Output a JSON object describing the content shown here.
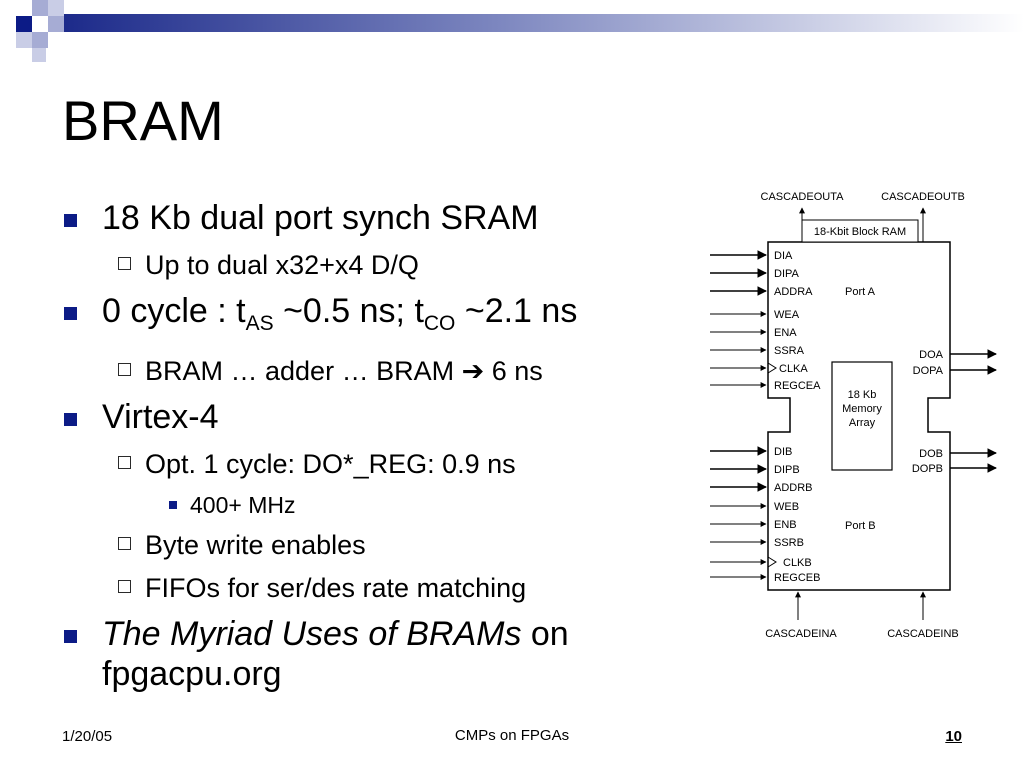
{
  "slide": {
    "title": "BRAM",
    "bullets": {
      "b1": "18 Kb dual port synch SRAM",
      "b1_1": "Up to dual x32+x4 D/Q",
      "b2": {
        "pre": "0 cycle : t",
        "sub1": "AS",
        "mid": " ~0.5 ns; t",
        "sub2": "CO",
        "post": " ~2.1 ns"
      },
      "b2_1": {
        "text": "BRAM … adder … BRAM ",
        "arrow": "➔",
        "tail": " 6 ns"
      },
      "b3": "Virtex-4",
      "b3_1": "Opt. 1 cycle: DO*_REG: 0.9 ns",
      "b3_1_1": "400+ MHz",
      "b3_2": "Byte write enables",
      "b3_3": "FIFOs for ser/des rate matching",
      "b4": {
        "italic": "The Myriad Uses of BRAMs",
        "rest": " on fpgacpu.org"
      }
    }
  },
  "diagram": {
    "title": "18-Kbit Block RAM",
    "cascade_out": [
      "CASCADEOUTA",
      "CASCADEOUTB"
    ],
    "cascade_in": [
      "CASCADEINA",
      "CASCADEINB"
    ],
    "port_a": {
      "label": "Port A",
      "inputs": [
        "DIA",
        "DIPA",
        "ADDRA",
        "WEA",
        "ENA",
        "SSRA",
        "CLKA",
        "REGCEA"
      ],
      "outputs": [
        "DOA",
        "DOPA"
      ]
    },
    "port_b": {
      "label": "Port B",
      "inputs": [
        "DIB",
        "DIPB",
        "ADDRB",
        "WEB",
        "ENB",
        "SSRB",
        "CLKB",
        "REGCEB"
      ],
      "outputs": [
        "DOB",
        "DOPB"
      ]
    },
    "memory_array": [
      "18 Kb",
      "Memory",
      "Array"
    ]
  },
  "footer": {
    "date": "1/20/05",
    "center": "CMPs on FPGAs",
    "page": "10"
  },
  "colors": {
    "bullet": "#0c1b86",
    "header_dark": "#1c2a8a",
    "header_light": "#a6acd4"
  }
}
